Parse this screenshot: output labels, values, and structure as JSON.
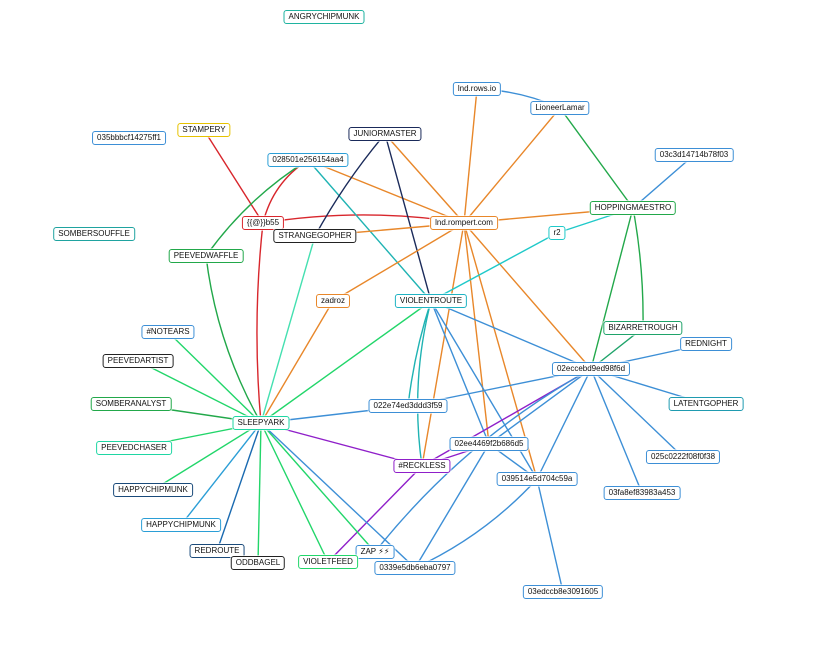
{
  "nodes": [
    {
      "id": "angrychipmunk",
      "label": "ANGRYCHIPMUNK",
      "color": "#1fb3a0"
    },
    {
      "id": "lndrows",
      "label": "lnd.rows.io",
      "color": "#3d8fd6"
    },
    {
      "id": "lioneerlamar",
      "label": "LioneerLamar",
      "color": "#3d8fd6"
    },
    {
      "id": "stampery",
      "label": "STAMPERY",
      "color": "#e6c200"
    },
    {
      "id": "juniormaster",
      "label": "JUNIORMASTER",
      "color": "#1a2a5a"
    },
    {
      "id": "n035b",
      "label": "035bbbcf14275ff1",
      "color": "#3d8fd6"
    },
    {
      "id": "n0285",
      "label": "028501e256154aa4",
      "color": "#2b9ed6"
    },
    {
      "id": "n03c3",
      "label": "03c3d14714b78f03",
      "color": "#3d8fd6"
    },
    {
      "id": "hoppingmaestro",
      "label": "HOPPINGMAESTRO",
      "color": "#22a84a"
    },
    {
      "id": "lndrompert",
      "label": "lnd.rompert.com",
      "color": "#e8872a"
    },
    {
      "id": "zapb55",
      "label": "{{@}}b55",
      "color": "#d8262c"
    },
    {
      "id": "strangegopher",
      "label": "STRANGEGOPHER",
      "color": "#222222"
    },
    {
      "id": "r2",
      "label": "r2",
      "color": "#1fc9c9"
    },
    {
      "id": "sombersouffle",
      "label": "SOMBERSOUFFLE",
      "color": "#1fa3a0"
    },
    {
      "id": "peevedwaffle",
      "label": "PEEVEDWAFFLE",
      "color": "#22a84a"
    },
    {
      "id": "zadroz",
      "label": "zadroz",
      "color": "#e8872a"
    },
    {
      "id": "violentroute",
      "label": "VIOLENTROUTE",
      "color": "#1fb3c3"
    },
    {
      "id": "bizarretrough",
      "label": "BIZARRETROUGH",
      "color": "#1fa36a"
    },
    {
      "id": "notears",
      "label": "#NOTEARS",
      "color": "#3d8fd6"
    },
    {
      "id": "rednight",
      "label": "REDNIGHT",
      "color": "#3d8fd6"
    },
    {
      "id": "peevedartist",
      "label": "PEEVEDARTIST",
      "color": "#222222"
    },
    {
      "id": "n02ec",
      "label": "02eccebd9ed98f6d",
      "color": "#3d8fd6"
    },
    {
      "id": "somberanalyst",
      "label": "SOMBERANALYST",
      "color": "#22a84a"
    },
    {
      "id": "n022e",
      "label": "022e74ed3ddd3f59",
      "color": "#3d8fd6"
    },
    {
      "id": "latentgopher",
      "label": "LATENTGOPHER",
      "color": "#1f9bb0"
    },
    {
      "id": "sleepyark",
      "label": "SLEEPYARK",
      "color": "#1fd6a3"
    },
    {
      "id": "n02ee",
      "label": "02ee4469f2b686d5",
      "color": "#3d8fd6"
    },
    {
      "id": "peevedchaser",
      "label": "PEEVEDCHASER",
      "color": "#1fd6a3"
    },
    {
      "id": "n025c",
      "label": "025c0222f08f0f38",
      "color": "#3d8fd6"
    },
    {
      "id": "reckless",
      "label": "#RECKLESS",
      "color": "#8f1fc9"
    },
    {
      "id": "n0395",
      "label": "039514e5d704c59a",
      "color": "#3d8fd6"
    },
    {
      "id": "happychipmunk1",
      "label": "HAPPYCHIPMUNK",
      "color": "#1a4a7a"
    },
    {
      "id": "n03fa",
      "label": "03fa8ef83983a453",
      "color": "#3d8fd6"
    },
    {
      "id": "happychipmunk2",
      "label": "HAPPYCHIPMUNK",
      "color": "#2b9ed6"
    },
    {
      "id": "redroute",
      "label": "REDROUTE",
      "color": "#1a4a7a"
    },
    {
      "id": "zap",
      "label": "ZAP ⚡⚡",
      "color": "#3d8fd6"
    },
    {
      "id": "oddbagel",
      "label": "ODDBAGEL",
      "color": "#222222"
    },
    {
      "id": "violetfeed",
      "label": "VIOLETFEED",
      "color": "#22d66a"
    },
    {
      "id": "n0339",
      "label": "0339e5db6eba0797",
      "color": "#3d8fd6"
    },
    {
      "id": "n03ed",
      "label": "03edccb8e3091605",
      "color": "#3d8fd6"
    }
  ],
  "edges": [
    {
      "from": "stampery",
      "to": "zapb55",
      "color": "#d8262c",
      "curve": 0
    },
    {
      "from": "zapb55",
      "to": "sleepyark",
      "color": "#d8262c",
      "curve": 0.05
    },
    {
      "from": "zapb55",
      "to": "lndrompert",
      "color": "#d8262c",
      "curve": -0.08
    },
    {
      "from": "zapb55",
      "to": "n0285",
      "color": "#d8262c",
      "curve": -0.2
    },
    {
      "from": "n0285",
      "to": "violentroute",
      "color": "#1fb3b3",
      "curve": 0
    },
    {
      "from": "n0285",
      "to": "lndrompert",
      "color": "#e8872a",
      "curve": 0
    },
    {
      "from": "n0285",
      "to": "peevedwaffle",
      "color": "#22a84a",
      "curve": 0.1
    },
    {
      "from": "peevedwaffle",
      "to": "sleepyark",
      "color": "#22a84a",
      "curve": 0.1
    },
    {
      "from": "juniormaster",
      "to": "strangegopher",
      "color": "#1a2a5a",
      "curve": 0.05
    },
    {
      "from": "juniormaster",
      "to": "violentroute",
      "color": "#1a2a5a",
      "curve": 0
    },
    {
      "from": "juniormaster",
      "to": "lndrompert",
      "color": "#e8872a",
      "curve": 0
    },
    {
      "from": "strangegopher",
      "to": "sleepyark",
      "color": "#44e0b0",
      "curve": 0
    },
    {
      "from": "strangegopher",
      "to": "lndrompert",
      "color": "#e8872a",
      "curve": 0
    },
    {
      "from": "lndrows",
      "to": "lioneerlamar",
      "color": "#3d8fd6",
      "curve": -0.1
    },
    {
      "from": "lndrows",
      "to": "lndrompert",
      "color": "#e8872a",
      "curve": 0
    },
    {
      "from": "lioneerlamar",
      "to": "lndrompert",
      "color": "#e8872a",
      "curve": 0
    },
    {
      "from": "lioneerlamar",
      "to": "hoppingmaestro",
      "color": "#22a84a",
      "curve": 0
    },
    {
      "from": "n03c3",
      "to": "hoppingmaestro",
      "color": "#3d8fd6",
      "curve": 0
    },
    {
      "from": "lndrompert",
      "to": "hoppingmaestro",
      "color": "#e8872a",
      "curve": 0
    },
    {
      "from": "lndrompert",
      "to": "zadroz",
      "color": "#e8872a",
      "curve": 0
    },
    {
      "from": "lndrompert",
      "to": "n02ec",
      "color": "#e8872a",
      "curve": 0
    },
    {
      "from": "lndrompert",
      "to": "n0395",
      "color": "#e8872a",
      "curve": 0
    },
    {
      "from": "lndrompert",
      "to": "n02ee",
      "color": "#e8872a",
      "curve": 0
    },
    {
      "from": "lndrompert",
      "to": "reckless",
      "color": "#e8872a",
      "curve": 0
    },
    {
      "from": "zadroz",
      "to": "sleepyark",
      "color": "#e8872a",
      "curve": 0
    },
    {
      "from": "hoppingmaestro",
      "to": "r2",
      "color": "#1fc9c9",
      "curve": 0
    },
    {
      "from": "r2",
      "to": "violentroute",
      "color": "#1fc9c9",
      "curve": 0
    },
    {
      "from": "hoppingmaestro",
      "to": "n02ec",
      "color": "#22a84a",
      "curve": 0
    },
    {
      "from": "hoppingmaestro",
      "to": "bizarretrough",
      "color": "#22a84a",
      "curve": -0.05
    },
    {
      "from": "violentroute",
      "to": "sleepyark",
      "color": "#22d66a",
      "curve": 0
    },
    {
      "from": "violentroute",
      "to": "n02ec",
      "color": "#3d8fd6",
      "curve": 0
    },
    {
      "from": "violentroute",
      "to": "n02ee",
      "color": "#3d8fd6",
      "curve": 0
    },
    {
      "from": "violentroute",
      "to": "n0395",
      "color": "#3d8fd6",
      "curve": 0
    },
    {
      "from": "violentroute",
      "to": "n022e",
      "color": "#1fb3b3",
      "curve": 0.05
    },
    {
      "from": "violentroute",
      "to": "reckless",
      "color": "#1fb3b3",
      "curve": 0.1
    },
    {
      "from": "bizarretrough",
      "to": "n02ec",
      "color": "#1fa36a",
      "curve": 0
    },
    {
      "from": "rednight",
      "to": "n02ec",
      "color": "#3d8fd6",
      "curve": 0
    },
    {
      "from": "n02ec",
      "to": "latentgopher",
      "color": "#3d8fd6",
      "curve": 0
    },
    {
      "from": "n02ec",
      "to": "n025c",
      "color": "#3d8fd6",
      "curve": 0
    },
    {
      "from": "n02ec",
      "to": "n03fa",
      "color": "#3d8fd6",
      "curve": 0
    },
    {
      "from": "n02ec",
      "to": "n022e",
      "color": "#3d8fd6",
      "curve": 0
    },
    {
      "from": "n02ec",
      "to": "n02ee",
      "color": "#3d8fd6",
      "curve": 0
    },
    {
      "from": "n02ec",
      "to": "n0395",
      "color": "#3d8fd6",
      "curve": 0
    },
    {
      "from": "n02ec",
      "to": "reckless",
      "color": "#8f1fc9",
      "curve": 0
    },
    {
      "from": "n02ec",
      "to": "zap",
      "color": "#3d8fd6",
      "curve": 0.1
    },
    {
      "from": "n022e",
      "to": "sleepyark",
      "color": "#3d8fd6",
      "curve": 0
    },
    {
      "from": "n02ee",
      "to": "n0339",
      "color": "#3d8fd6",
      "curve": 0
    },
    {
      "from": "n02ee",
      "to": "n0395",
      "color": "#3d8fd6",
      "curve": 0
    },
    {
      "from": "n02ee",
      "to": "reckless",
      "color": "#8f1fc9",
      "curve": 0
    },
    {
      "from": "n0395",
      "to": "n03ed",
      "color": "#3d8fd6",
      "curve": 0
    },
    {
      "from": "n0395",
      "to": "n0339",
      "color": "#3d8fd6",
      "curve": -0.1
    },
    {
      "from": "reckless",
      "to": "sleepyark",
      "color": "#8f1fc9",
      "curve": 0
    },
    {
      "from": "reckless",
      "to": "violetfeed",
      "color": "#8f1fc9",
      "curve": 0
    },
    {
      "from": "notears",
      "to": "sleepyark",
      "color": "#22d66a",
      "curve": 0
    },
    {
      "from": "peevedartist",
      "to": "sleepyark",
      "color": "#22d66a",
      "curve": 0
    },
    {
      "from": "somberanalyst",
      "to": "sleepyark",
      "color": "#22a84a",
      "curve": 0
    },
    {
      "from": "peevedchaser",
      "to": "sleepyark",
      "color": "#22d66a",
      "curve": 0
    },
    {
      "from": "happychipmunk1",
      "to": "sleepyark",
      "color": "#22d66a",
      "curve": 0
    },
    {
      "from": "happychipmunk2",
      "to": "sleepyark",
      "color": "#2b9ed6",
      "curve": 0
    },
    {
      "from": "redroute",
      "to": "sleepyark",
      "color": "#1a6ab0",
      "curve": 0
    },
    {
      "from": "oddbagel",
      "to": "sleepyark",
      "color": "#22d66a",
      "curve": 0
    },
    {
      "from": "violetfeed",
      "to": "sleepyark",
      "color": "#22d66a",
      "curve": 0
    },
    {
      "from": "zap",
      "to": "sleepyark",
      "color": "#22d66a",
      "curve": 0
    },
    {
      "from": "n0339",
      "to": "sleepyark",
      "color": "#3d8fd6",
      "curve": 0
    }
  ]
}
